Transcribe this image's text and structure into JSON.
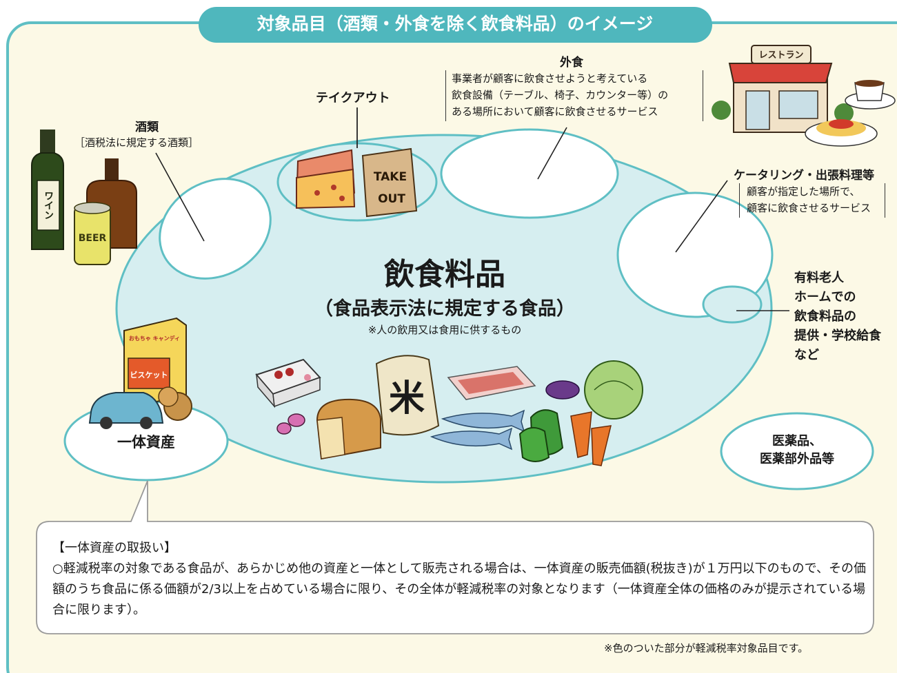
{
  "title": "対象品目（酒類・外食を除く飲食料品）のイメージ",
  "center": {
    "title": "飲食料品",
    "subtitle": "（食品表示法に規定する食品）",
    "note": "※人の飲用又は食用に供するもの"
  },
  "alcohol": {
    "label": "酒類",
    "sub": "［酒税法に規定する酒類］"
  },
  "takeout": {
    "label": "テイクアウト"
  },
  "dining_out": {
    "label": "外食",
    "lines": [
      "事業者が顧客に飲食させようと考えている",
      "飲食設備（テーブル、椅子、カウンター等）の",
      "ある場所において顧客に飲食させるサービス"
    ]
  },
  "catering": {
    "label": "ケータリング・出張料理等",
    "lines": [
      "顧客が指定した場所で、",
      "顧客に飲食させるサービス"
    ]
  },
  "nursing_home": {
    "lines": [
      "有料老人",
      "ホームでの",
      "飲食料品の",
      "提供・学校給食",
      "など"
    ]
  },
  "integrated": {
    "label": "一体資産"
  },
  "medicine": {
    "lines": [
      "医薬品、",
      "医薬部外品等"
    ]
  },
  "illustration_text": {
    "wine": "ワイン",
    "beer": "BEER",
    "take": "TAKE",
    "out": "OUT",
    "rice": "米",
    "restaurant": "レストラン",
    "biscuit": "ビスケット",
    "candy": "おもちゃ キャンディ"
  },
  "note_box": {
    "heading": "【一体資産の取扱い】",
    "body": "○軽減税率の対象である食品が、あらかじめ他の資産と一体として販売される場合は、一体資産の販売価額(税抜き)が１万円以下のもので、その価額のうち食品に係る価額が2/3以上を占めている場合に限り、その全体が軽減税率の対象となります（一体資産全体の価格のみが提示されている場合に限ります）。"
  },
  "footnote": "※色のついた部分が軽減税率対象品目です。",
  "colors": {
    "frame": "#5fbfc4",
    "title_bg": "#4fb7bd",
    "background": "#fcf9e6",
    "ellipse_fill": "#d6eef0",
    "white": "#ffffff"
  }
}
